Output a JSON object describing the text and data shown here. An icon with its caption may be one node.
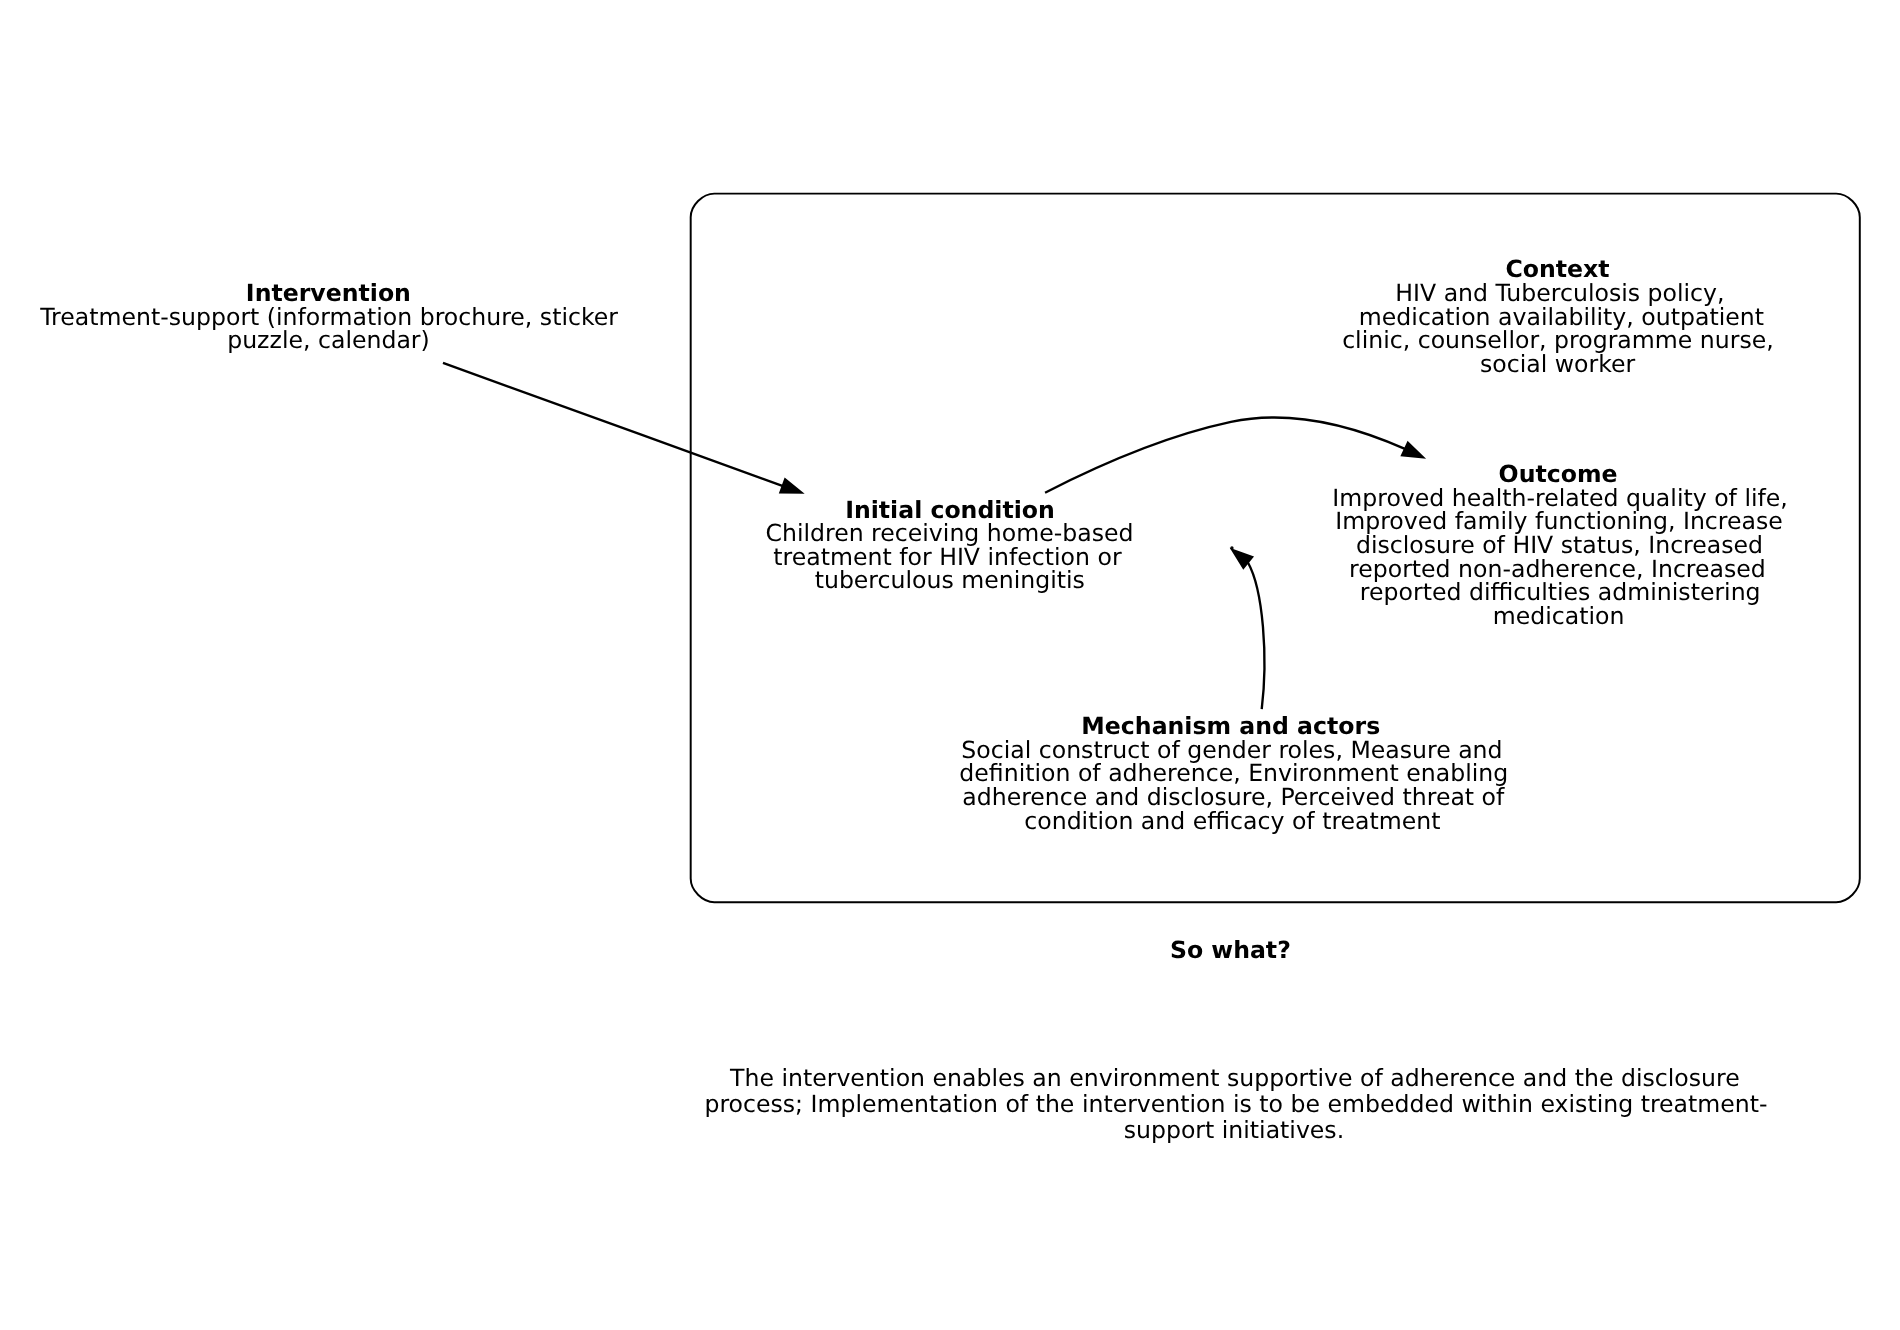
{
  "diagram": {
    "nodes": [
      {
        "text": [
          "Intervention",
          "Treatment-support (information brochure, sticker puzzle, calendar)"
        ]
      },
      {
        "text": [],
        "shape": "ellipse"
      },
      {
        "text": [
          "Context",
          "HIV and Tuberculosis policy, medication availability, outpatient clinic, counsellor, programme nurse, social worker"
        ],
        "in": 1
      },
      {
        "text": [
          "Initial condition",
          "Children receiving home-based treatment for HIV infection or tuberculous meningitis"
        ],
        "in": 1
      },
      {
        "text": [
          "Outcome",
          "Improved health-related quality of life, Improved family functioning, Increase disclosure of HIV status, Increased reported non-adherence, Increased reported difficulties administering medication"
        ],
        "in": 1
      },
      {
        "text": [
          "Mechanism and actors",
          "Social construct of gender roles, Measure and definition of adherence, Environment enabling adherence and disclosure, Perceived threat of condition and efficacy of treatment"
        ],
        "in": 1
      }
    ],
    "edges": [
      {
        "from": 0,
        "to": 3,
        "arrow": "to"
      },
      {
        "from": 3,
        "to": 4,
        "arrow": "to"
      },
      {
        "from": 5,
        "to": null,
        "arrow": "to"
      }
    ],
    "labels": [
      "So what?",
      "The intervention enables an environment supportive of adherence and the disclosure process; Implementation of the intervention is to be embedded within existing treatment- support initiatives."
    ]
  }
}
